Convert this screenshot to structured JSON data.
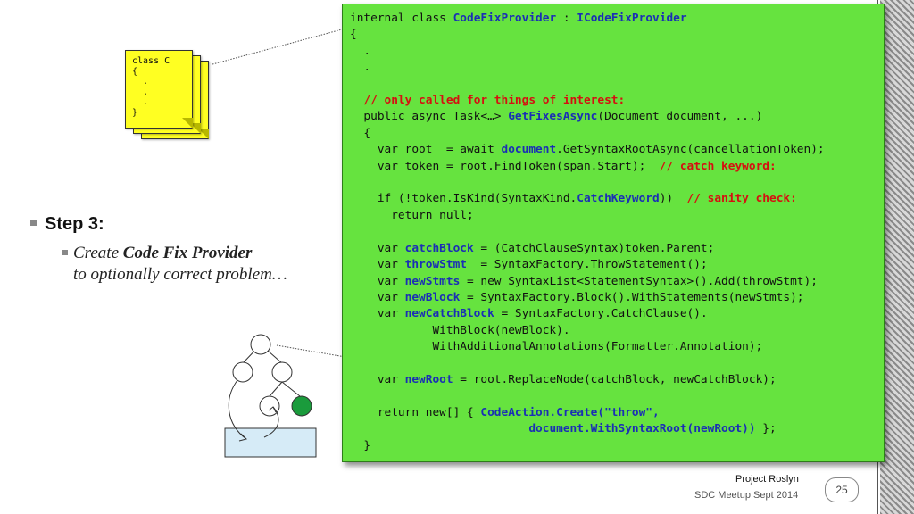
{
  "code": {
    "lines": [
      [
        {
          "t": "internal class "
        },
        {
          "t": "CodeFixProvider",
          "c": "kw"
        },
        {
          "t": " : "
        },
        {
          "t": "ICodeFixProvider",
          "c": "kw"
        }
      ],
      [
        {
          "t": "{"
        }
      ],
      [
        {
          "t": "  ."
        }
      ],
      [
        {
          "t": "  ."
        }
      ],
      [
        {
          "t": ""
        }
      ],
      [
        {
          "t": "  "
        },
        {
          "t": "// only called for things of interest:",
          "c": "cm"
        }
      ],
      [
        {
          "t": "  public async Task<…> "
        },
        {
          "t": "GetFixesAsync",
          "c": "kw"
        },
        {
          "t": "(Document document, ...)"
        }
      ],
      [
        {
          "t": "  {"
        }
      ],
      [
        {
          "t": "    var root  = await "
        },
        {
          "t": "document",
          "c": "kw"
        },
        {
          "t": ".GetSyntaxRootAsync(cancellationToken);"
        }
      ],
      [
        {
          "t": "    var token = root.FindToken(span.Start);  "
        },
        {
          "t": "// catch keyword:",
          "c": "cm"
        }
      ],
      [
        {
          "t": ""
        }
      ],
      [
        {
          "t": "    if (!token.IsKind(SyntaxKind."
        },
        {
          "t": "CatchKeyword",
          "c": "kw"
        },
        {
          "t": "))  "
        },
        {
          "t": "// sanity check:",
          "c": "cm"
        }
      ],
      [
        {
          "t": "      return null;"
        }
      ],
      [
        {
          "t": ""
        }
      ],
      [
        {
          "t": "    var "
        },
        {
          "t": "catchBlock",
          "c": "kw"
        },
        {
          "t": " = (CatchClauseSyntax)token.Parent;"
        }
      ],
      [
        {
          "t": "    var "
        },
        {
          "t": "throwStmt",
          "c": "kw"
        },
        {
          "t": "  = SyntaxFactory.ThrowStatement();"
        }
      ],
      [
        {
          "t": "    var "
        },
        {
          "t": "newStmts",
          "c": "kw"
        },
        {
          "t": " = new SyntaxList<StatementSyntax>().Add(throwStmt);"
        }
      ],
      [
        {
          "t": "    var "
        },
        {
          "t": "newBlock",
          "c": "kw"
        },
        {
          "t": " = SyntaxFactory.Block().WithStatements(newStmts);"
        }
      ],
      [
        {
          "t": "    var "
        },
        {
          "t": "newCatchBlock",
          "c": "kw"
        },
        {
          "t": " = SyntaxFactory.CatchClause()."
        }
      ],
      [
        {
          "t": "            WithBlock(newBlock)."
        }
      ],
      [
        {
          "t": "            WithAdditionalAnnotations(Formatter.Annotation);"
        }
      ],
      [
        {
          "t": ""
        }
      ],
      [
        {
          "t": "    var "
        },
        {
          "t": "newRoot",
          "c": "kw"
        },
        {
          "t": " = root.ReplaceNode(catchBlock, newCatchBlock);"
        }
      ],
      [
        {
          "t": ""
        }
      ],
      [
        {
          "t": "    return new[] { "
        },
        {
          "t": "CodeAction.Create(\"throw\",",
          "c": "kw"
        }
      ],
      [
        {
          "t": "                          "
        },
        {
          "t": "document.WithSyntaxRoot(newRoot))",
          "c": "kw"
        },
        {
          "t": " };"
        }
      ],
      [
        {
          "t": "  }"
        }
      ]
    ]
  },
  "doc_icon": {
    "lines": [
      "class C",
      "{",
      "  .",
      "  .",
      "  .",
      "}"
    ]
  },
  "step": {
    "heading": "Step 3:",
    "sub_prefix": "Create ",
    "sub_bold": "Code Fix Provider",
    "sub_line2": "to optionally correct problem…"
  },
  "footer": {
    "title": "Project Roslyn",
    "subtitle": "SDC Meetup Sept 2014",
    "page_number": "25"
  },
  "colors": {
    "code_background": "#66e33f",
    "keyword": "#1a2fb5",
    "comment": "#d51010",
    "doc_page": "#ffff22",
    "tree_highlight": "#1a9b3c",
    "tree_base": "#d6ebf7"
  }
}
